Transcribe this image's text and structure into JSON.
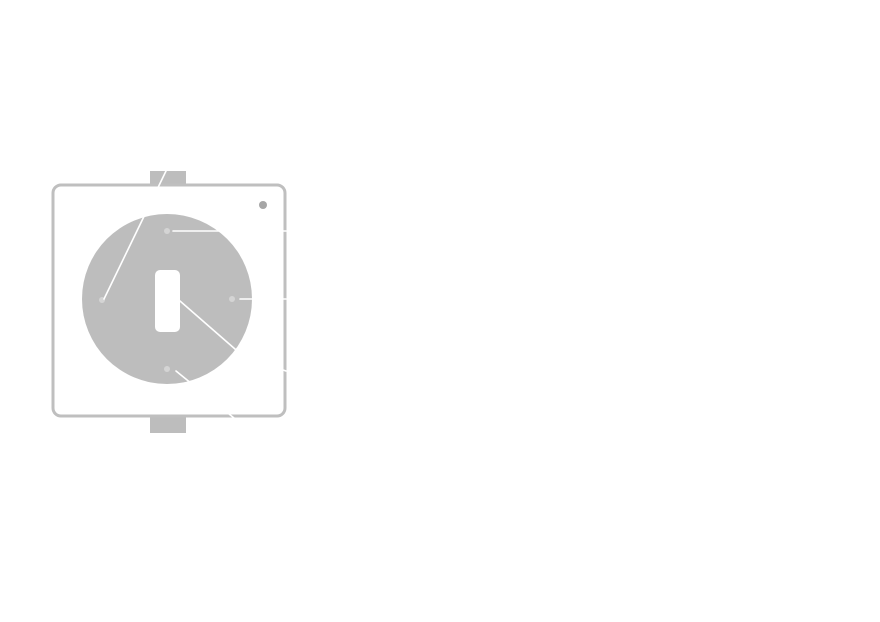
{
  "diagram": {
    "part_names": [
      "mounting-plate",
      "top-tab",
      "bottom-tab",
      "round-disc",
      "center-slot",
      "indicator-dot",
      "screw-hole-top",
      "screw-hole-left",
      "screw-hole-right",
      "screw-hole-bottom",
      "callout-leader-lines"
    ],
    "colors": {
      "background": "#ffffff",
      "plate_stroke": "#bfbfbf",
      "disc_fill": "#bdbdbd",
      "tab_fill": "#bdbdbd",
      "slot_fill": "#ffffff",
      "dot_fill": "#a6a6a6",
      "hole_fill": "#d4d4d4",
      "leader_line": "#ffffff"
    },
    "labels": []
  }
}
